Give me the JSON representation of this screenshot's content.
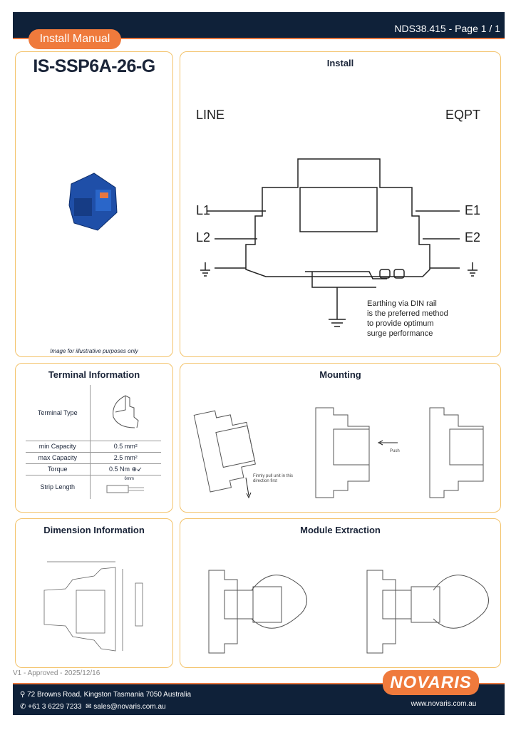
{
  "header": {
    "page_ref": "NDS38.415 - Page 1 / 1",
    "badge": "Install Manual"
  },
  "product": {
    "code": "IS-SSP6A-26-G",
    "image_caption": "Image for illustrative purposes only"
  },
  "install": {
    "title": "Install",
    "line": "LINE",
    "eqpt": "EQPT",
    "l1": "L1",
    "l2": "L2",
    "e1": "E1",
    "e2": "E2",
    "note": [
      "Earthing via DIN rail",
      "is the preferred method",
      "to provide optimum",
      "surge performance"
    ]
  },
  "terminal": {
    "title": "Terminal Information",
    "rows": [
      {
        "label": "Terminal Type",
        "value": ""
      },
      {
        "label": "min Capacity",
        "value": "0.5 mm²"
      },
      {
        "label": "max Capacity",
        "value": "2.5 mm²"
      },
      {
        "label": "Torque",
        "value": "0.5 Nm"
      },
      {
        "label": "Strip Length",
        "value": ""
      }
    ],
    "strip": "6mm"
  },
  "mounting": {
    "title": "Mounting",
    "pull_note": "Firmly pull unit in this direction first",
    "push": "Push"
  },
  "dimension": {
    "title": "Dimension Information"
  },
  "extraction": {
    "title": "Module Extraction"
  },
  "footer": {
    "approved": "V1 - Approved - 2025/12/16",
    "address": "72 Browns Road, Kingston Tasmania 7050 Australia",
    "phone": "+61 3 6229 7233",
    "email": "sales@novaris.com.au",
    "website": "www.novaris.com.au",
    "logo": "NOVARIS"
  },
  "colors": {
    "navy": "#0f2139",
    "orange": "#ef7a3c",
    "border": "#f3c36b"
  }
}
